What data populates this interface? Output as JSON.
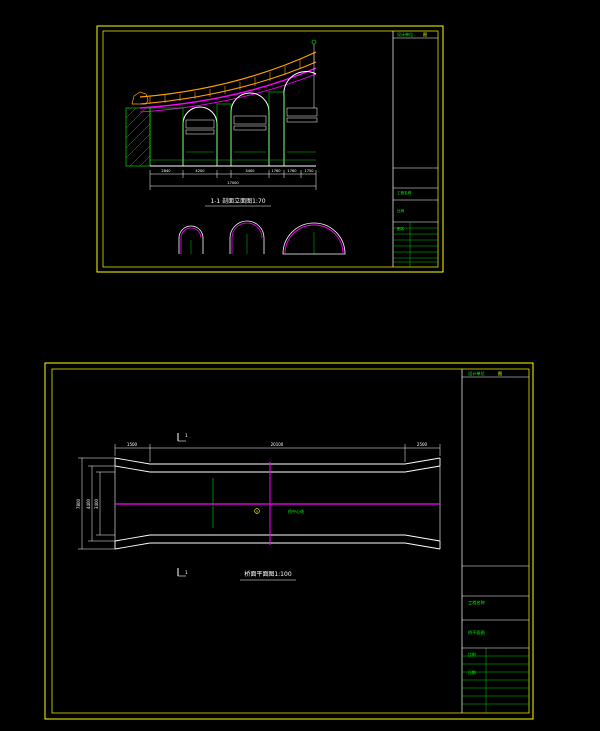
{
  "colors": {
    "background": "#000000",
    "sheet_border": "#ffff00",
    "line": "#ffffff",
    "dim": "#00ff00",
    "accent": "#ff00ff",
    "railing": "#ffa000"
  },
  "sheet1": {
    "section_title": "1-1 剖面立面图1:70",
    "dims": [
      "2840",
      "4200",
      "3400",
      "1760",
      "1760",
      "1750"
    ],
    "total_dim": "17000",
    "title_block": {
      "top_left": "设计单位",
      "top_right": "图",
      "row1": "工程名称",
      "row2": "比例",
      "row3": "图名"
    }
  },
  "sheet2": {
    "plan_title": "桥面平面图1:100",
    "section_mark": "1",
    "dims_top": [
      "1500",
      "20100",
      "2500"
    ],
    "dims_left": [
      "7800",
      "4400",
      "3400"
    ],
    "center_label": "桥中心线",
    "axis_label": "0",
    "title_block": {
      "top_left": "设计单位",
      "top_right": "图",
      "row1": "工程名称",
      "row2": "桥平面图",
      "row3": "比例",
      "row4": "日期"
    }
  }
}
